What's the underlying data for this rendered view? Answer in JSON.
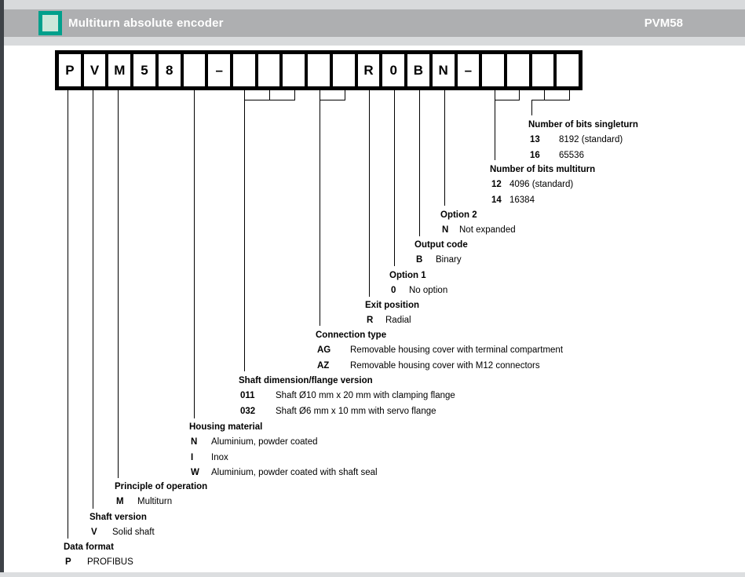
{
  "header": {
    "title": "Multiturn absolute encoder",
    "product_code": "PVM58",
    "accent_color": "#00a08c",
    "bar_color": "#aeafb1"
  },
  "code_row": {
    "cells": [
      "P",
      "V",
      "M",
      "5",
      "8",
      "",
      "–",
      "",
      "",
      "",
      "",
      "",
      "R",
      "0",
      "B",
      "N",
      "–",
      "",
      "",
      "",
      ""
    ]
  },
  "sections": [
    {
      "id": "bits-singleturn",
      "heading": "Number of bits singleturn",
      "entries": [
        {
          "code": "13",
          "desc": "8192 (standard)"
        },
        {
          "code": "16",
          "desc": "65536"
        }
      ]
    },
    {
      "id": "bits-multiturn",
      "heading": "Number of bits multiturn",
      "entries": [
        {
          "code": "12",
          "desc": "4096 (standard)"
        },
        {
          "code": "14",
          "desc": "16384"
        }
      ]
    },
    {
      "id": "option-2",
      "heading": "Option 2",
      "entries": [
        {
          "code": "N",
          "desc": "Not expanded"
        }
      ]
    },
    {
      "id": "output-code",
      "heading": "Output code",
      "entries": [
        {
          "code": "B",
          "desc": "Binary"
        }
      ]
    },
    {
      "id": "option-1",
      "heading": "Option 1",
      "entries": [
        {
          "code": "0",
          "desc": "No option"
        }
      ]
    },
    {
      "id": "exit-position",
      "heading": "Exit position",
      "entries": [
        {
          "code": "R",
          "desc": "Radial"
        }
      ]
    },
    {
      "id": "connection-type",
      "heading": "Connection type",
      "entries": [
        {
          "code": "AG",
          "desc": "Removable housing cover with terminal compartment"
        },
        {
          "code": "AZ",
          "desc": "Removable housing cover with M12 connectors"
        }
      ]
    },
    {
      "id": "shaft-dimension",
      "heading": "Shaft dimension/flange version",
      "entries": [
        {
          "code": "011",
          "desc": "Shaft Ø10 mm x 20 mm with clamping flange"
        },
        {
          "code": "032",
          "desc": "Shaft Ø6 mm x 10 mm with servo flange"
        }
      ]
    },
    {
      "id": "housing-material",
      "heading": "Housing material",
      "entries": [
        {
          "code": "N",
          "desc": "Aluminium, powder coated"
        },
        {
          "code": "I",
          "desc": "Inox"
        },
        {
          "code": "W",
          "desc": "Aluminium, powder coated with shaft seal"
        }
      ]
    },
    {
      "id": "principle-of-operation",
      "heading": "Principle of operation",
      "entries": [
        {
          "code": "M",
          "desc": "Multiturn"
        }
      ]
    },
    {
      "id": "shaft-version",
      "heading": "Shaft version",
      "entries": [
        {
          "code": "V",
          "desc": "Solid shaft"
        }
      ]
    },
    {
      "id": "data-format",
      "heading": "Data format",
      "entries": [
        {
          "code": "P",
          "desc": "PROFIBUS"
        }
      ]
    }
  ]
}
